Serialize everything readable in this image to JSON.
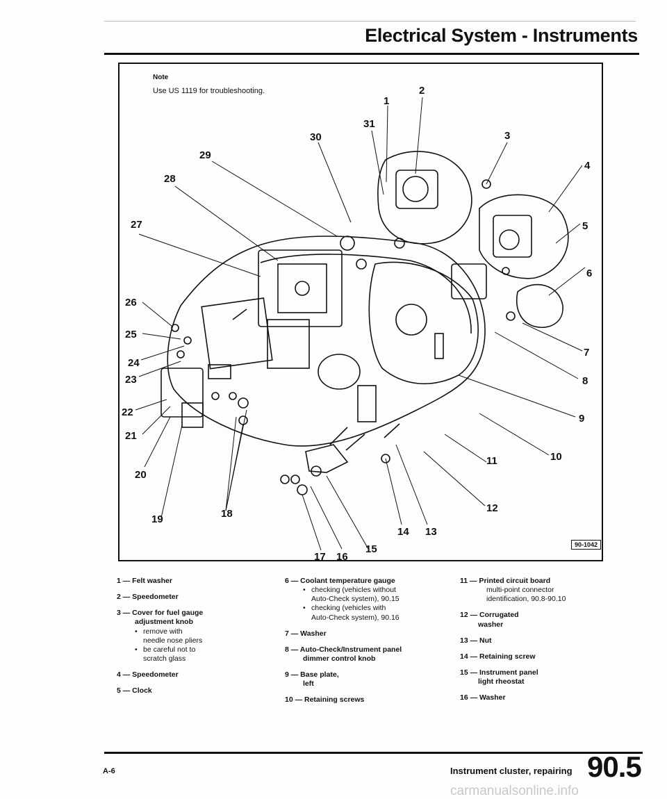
{
  "header": {
    "title": "Electrical System - Instruments"
  },
  "note": {
    "title": "Note",
    "text": "Use US 1119 for troubleshooting."
  },
  "figure": {
    "code": "90-1042",
    "callouts": [
      "1",
      "2",
      "3",
      "4",
      "5",
      "6",
      "7",
      "8",
      "9",
      "10",
      "11",
      "12",
      "13",
      "14",
      "15",
      "16",
      "17",
      "18",
      "19",
      "20",
      "21",
      "22",
      "23",
      "24",
      "25",
      "26",
      "27",
      "28",
      "29",
      "30",
      "31"
    ]
  },
  "legend": {
    "col1": [
      {
        "n": "1",
        "label": "Felt washer",
        "subs": []
      },
      {
        "n": "2",
        "label": "Speedometer",
        "subs": []
      },
      {
        "n": "3",
        "label": "Cover for fuel gauge",
        "cont": "adjustment knob",
        "subs": [
          {
            "b": true,
            "t": "remove with"
          },
          {
            "b": false,
            "t": "needle nose pliers"
          },
          {
            "b": true,
            "t": "be careful not to"
          },
          {
            "b": false,
            "t": "scratch glass"
          }
        ]
      },
      {
        "n": "4",
        "label": "Speedometer",
        "subs": []
      },
      {
        "n": "5",
        "label": "Clock",
        "subs": []
      }
    ],
    "col2": [
      {
        "n": "6",
        "label": "Coolant temperature gauge",
        "subs": [
          {
            "b": true,
            "t": "checking (vehicles without"
          },
          {
            "b": false,
            "t": "Auto-Check system), 90.15"
          },
          {
            "b": true,
            "t": "checking (vehicles with"
          },
          {
            "b": false,
            "t": "Auto-Check system), 90.16"
          }
        ]
      },
      {
        "n": "7",
        "label": "Washer",
        "subs": []
      },
      {
        "n": "8",
        "label": "Auto-Check/Instrument panel",
        "cont": "dimmer control knob",
        "subs": []
      },
      {
        "n": "9",
        "label": "Base plate,",
        "cont": "left",
        "subs": []
      },
      {
        "n": "10",
        "label": "Retaining screws",
        "subs": []
      }
    ],
    "col3": [
      {
        "n": "11",
        "label": "Printed circuit board",
        "subs": [
          {
            "b": false,
            "t": "multi-point connector"
          },
          {
            "b": false,
            "t": "identification, 90.8-90.10"
          }
        ]
      },
      {
        "n": "12",
        "label": "Corrugated",
        "cont": "washer",
        "subs": []
      },
      {
        "n": "13",
        "label": "Nut",
        "subs": []
      },
      {
        "n": "14",
        "label": "Retaining screw",
        "subs": []
      },
      {
        "n": "15",
        "label": "Instrument panel",
        "cont": "light rheostat",
        "subs": []
      },
      {
        "n": "16",
        "label": "Washer",
        "subs": []
      }
    ]
  },
  "footer": {
    "page_id": "A-6",
    "section": "Instrument cluster, repairing",
    "page_number": "90.5"
  },
  "watermark": "carmanualsonline.info"
}
